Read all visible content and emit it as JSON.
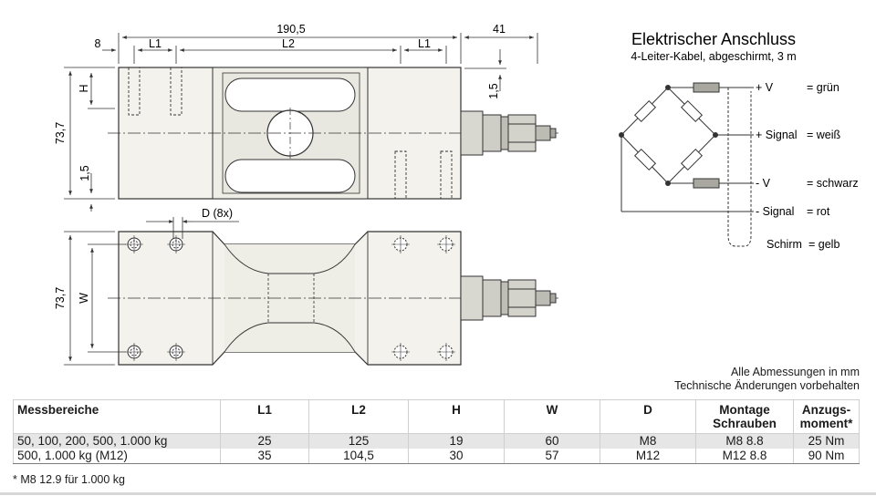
{
  "drawing": {
    "dimensions": {
      "total_length": "190,5",
      "cable_length": "41",
      "edge_offset": "8",
      "l1_left": "L1",
      "l2": "L2",
      "l1_right": "L1",
      "height_side": "73,7",
      "height_top": "73,7",
      "h": "H",
      "recess_top": "1,5",
      "recess_bottom": "1,5",
      "hole_d": "D (8x)",
      "w": "W"
    }
  },
  "wiring": {
    "title": "Elektrischer Anschluss",
    "subtitle": "4-Leiter-Kabel, abgeschirmt, 3 m",
    "rows": [
      {
        "signal": "+ V",
        "color": "= grün"
      },
      {
        "signal": "+ Signal",
        "color": "= weiß"
      },
      {
        "signal": "- V",
        "color": "= schwarz"
      },
      {
        "signal": "- Signal",
        "color": "= rot"
      },
      {
        "signal": "Schirm",
        "color": "= gelb"
      }
    ]
  },
  "note": {
    "line1": "Alle Abmessungen in mm",
    "line2": "Technische Änderungen vorbehalten"
  },
  "table": {
    "headers": {
      "range": "Messbereiche",
      "l1": "L1",
      "l2": "L2",
      "h": "H",
      "w": "W",
      "d": "D",
      "screws_1": "Montage",
      "screws_2": "Schrauben",
      "torque_1": "Anzugs-",
      "torque_2": "moment*"
    },
    "rows": [
      {
        "range": "50, 100, 200, 500, 1.000 kg",
        "l1": "25",
        "l2": "125",
        "h": "19",
        "w": "60",
        "d": "M8",
        "screws": "M8 8.8",
        "torque": "25 Nm"
      },
      {
        "range": "500, 1.000 kg (M12)",
        "l1": "35",
        "l2": "104,5",
        "h": "30",
        "w": "57",
        "d": "M12",
        "screws": "M12 8.8",
        "torque": "90 Nm"
      }
    ],
    "footnote": "* M8 12.9 für 1.000 kg"
  }
}
